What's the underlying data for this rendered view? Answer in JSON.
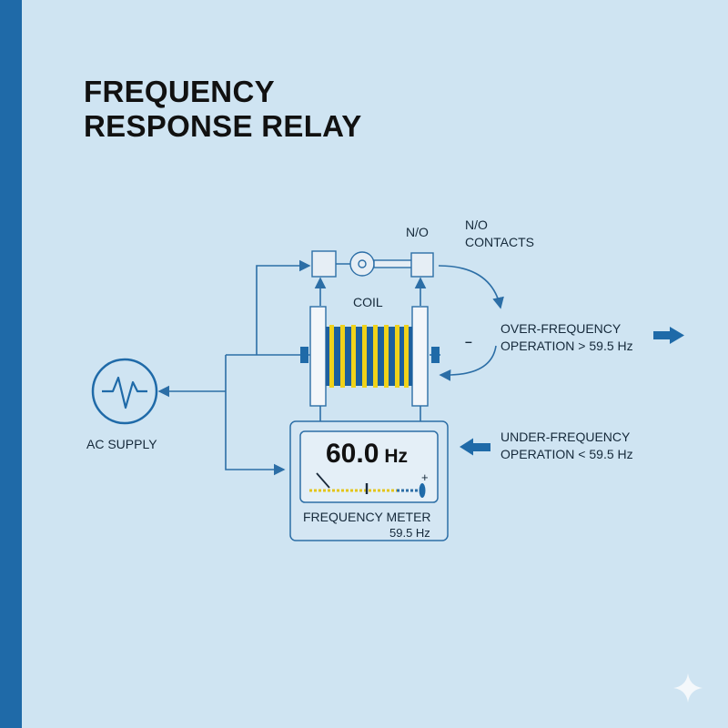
{
  "title": {
    "line1": "FREQUENCY",
    "line2": "RESPONSE RELAY"
  },
  "labels": {
    "no_contact": "N/O",
    "no_contacts_line1": "N/O",
    "no_contacts_line2": "CONTACTS",
    "coil": "COIL",
    "over_line1": "OVER-FREQUENCY",
    "over_line2": "OPERATION > 59.5 Hz",
    "under_line1": "UNDER-FREQUENCY",
    "under_line2": "OPERATION < 59.5 Hz",
    "ac_supply": "AC SUPPLY",
    "meter_name": "FREQUENCY METER",
    "meter_setpoint": "59.5 Hz",
    "minus_sign": "–",
    "plus_sign": "+"
  },
  "meter": {
    "value": "60.0",
    "unit": "Hz"
  },
  "colors": {
    "background": "#cfe4f2",
    "accent": "#1f6aa8",
    "coil_yellow": "#f0d21a",
    "line": "#2c6ea6"
  },
  "icons": [
    "ac-sine-icon",
    "arrow-right-icon",
    "arrow-left-icon",
    "sparkle-icon"
  ]
}
